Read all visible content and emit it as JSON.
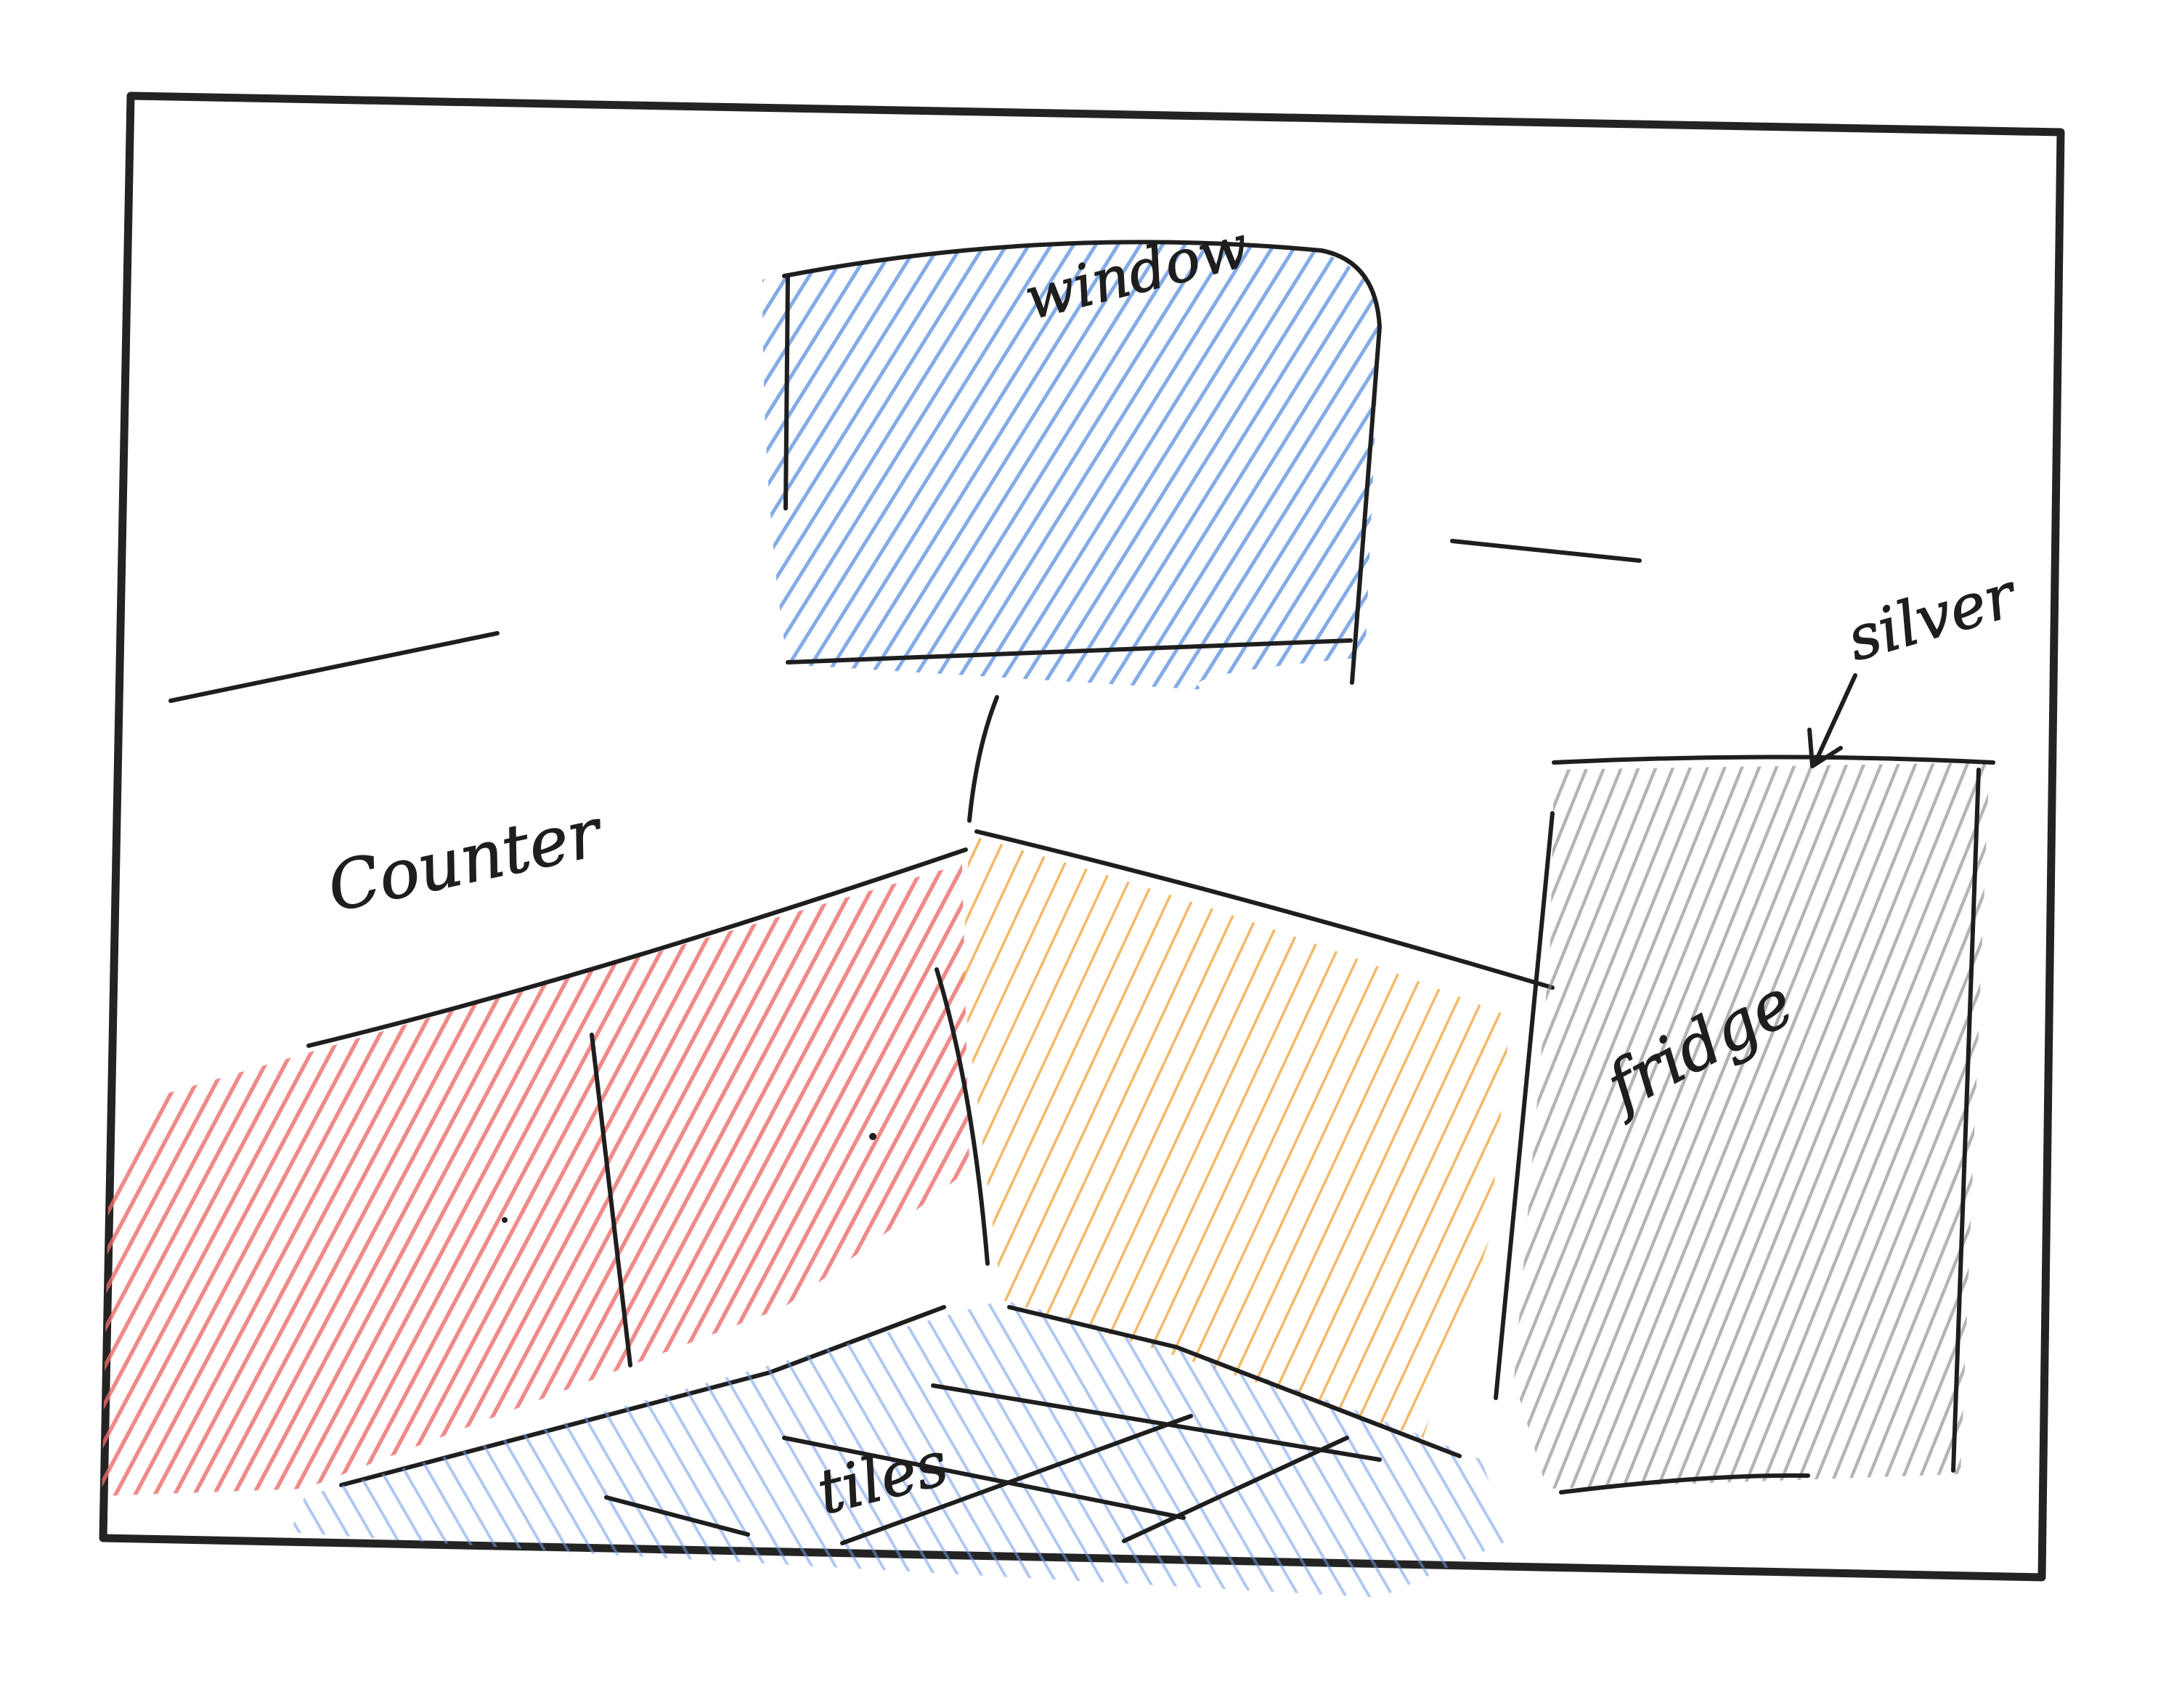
{
  "sketch": {
    "labels": {
      "window": "window",
      "counter": "Counter",
      "silver": "silver",
      "fridge": "fridge",
      "tiles": "tiles"
    },
    "colors": {
      "paper": "#ffffff",
      "ink": "#1e1e1e",
      "window_fill": "#5b8fe0",
      "counter_fill": "#ee6b6b",
      "wall_fill": "#f2a640",
      "fridge_fill": "#8c8c8c",
      "floor_fill": "#6e9be6"
    }
  }
}
